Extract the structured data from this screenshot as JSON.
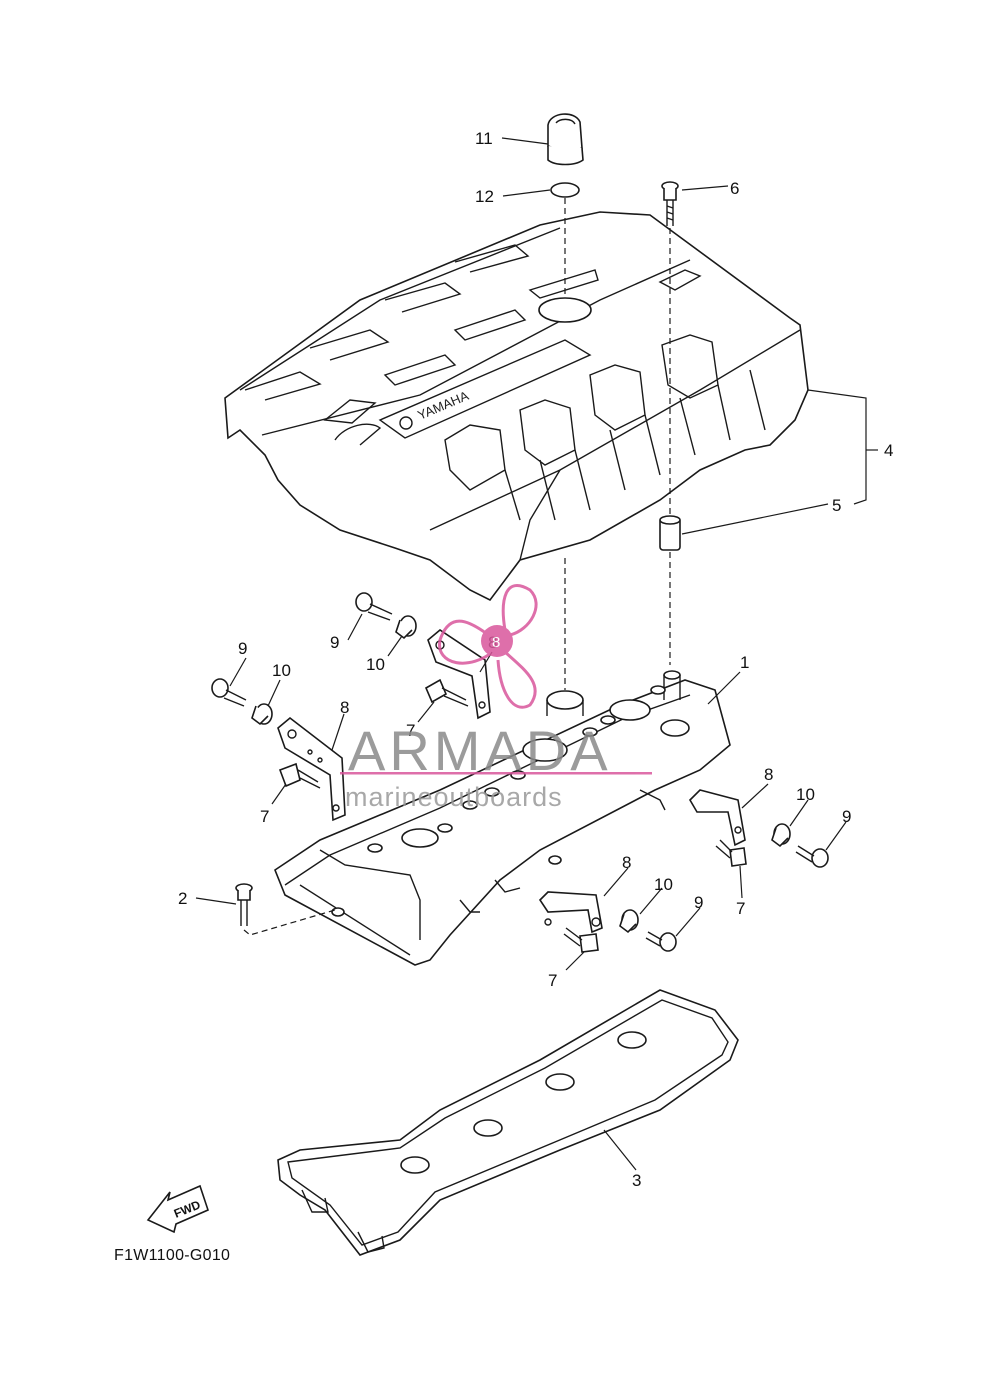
{
  "diagram": {
    "figure_code": "F1W1100-G010",
    "cover_logo_text": "YAMAHA",
    "fwd_label": "FWD",
    "callouts": [
      {
        "id": "c11",
        "text": "11"
      },
      {
        "id": "c12",
        "text": "12"
      },
      {
        "id": "c6",
        "text": "6"
      },
      {
        "id": "c4",
        "text": "4"
      },
      {
        "id": "c5",
        "text": "5"
      },
      {
        "id": "c1",
        "text": "1"
      },
      {
        "id": "c9a",
        "text": "9"
      },
      {
        "id": "c10a",
        "text": "10"
      },
      {
        "id": "c9b",
        "text": "9"
      },
      {
        "id": "c10b",
        "text": "10"
      },
      {
        "id": "c8a",
        "text": "8"
      },
      {
        "id": "c7a",
        "text": "7"
      },
      {
        "id": "c8b",
        "text": "8"
      },
      {
        "id": "c7b",
        "text": "7"
      },
      {
        "id": "c8c",
        "text": "8"
      },
      {
        "id": "c10c",
        "text": "10"
      },
      {
        "id": "c9c",
        "text": "9"
      },
      {
        "id": "c7c",
        "text": "7"
      },
      {
        "id": "c2",
        "text": "2"
      },
      {
        "id": "c8d",
        "text": "8"
      },
      {
        "id": "c10d",
        "text": "10"
      },
      {
        "id": "c9d",
        "text": "9"
      },
      {
        "id": "c7d",
        "text": "7"
      },
      {
        "id": "c3",
        "text": "3"
      }
    ]
  },
  "watermark": {
    "brand": "ARMADA",
    "subtitle": "marineoutboards",
    "badge": "8",
    "pink": "#d9579c",
    "grey": "#8a8a8a"
  }
}
